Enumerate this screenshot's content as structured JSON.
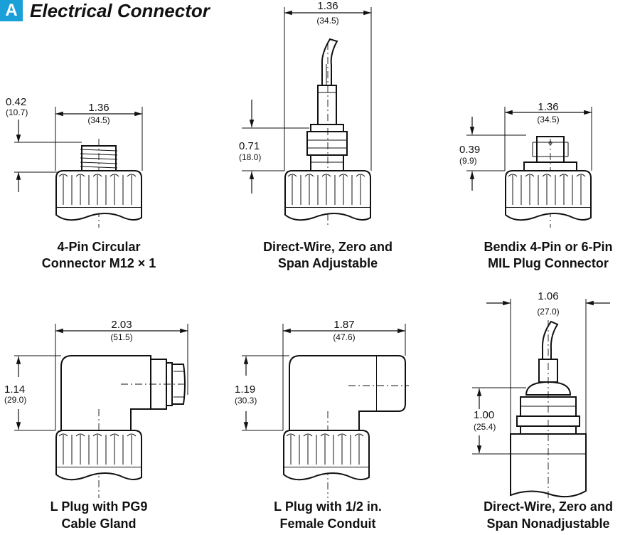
{
  "header": {
    "badge": "A",
    "title": "Electrical Connector"
  },
  "figures": [
    {
      "id": "m12",
      "caption": [
        "4-Pin Circular",
        "Connector M12 × 1"
      ],
      "dims": [
        {
          "value": "1.36",
          "metric": "(34.5)"
        },
        {
          "value": "0.42",
          "metric": "(10.7)"
        }
      ]
    },
    {
      "id": "direct-wire-adj",
      "caption": [
        "Direct-Wire, Zero and",
        "Span Adjustable"
      ],
      "dims": [
        {
          "value": "1.36",
          "metric": "(34.5)"
        },
        {
          "value": "0.71",
          "metric": "(18.0)"
        }
      ]
    },
    {
      "id": "bendix",
      "caption": [
        "Bendix 4-Pin or 6-Pin",
        "MIL Plug Connector"
      ],
      "dims": [
        {
          "value": "1.36",
          "metric": "(34.5)"
        },
        {
          "value": "0.39",
          "metric": "(9.9)"
        }
      ]
    },
    {
      "id": "pg9",
      "caption": [
        "L Plug with PG9",
        "Cable Gland"
      ],
      "dims": [
        {
          "value": "2.03",
          "metric": "(51.5)"
        },
        {
          "value": "1.14",
          "metric": "(29.0)"
        }
      ]
    },
    {
      "id": "conduit",
      "caption": [
        "L Plug with 1/2 in.",
        "Female Conduit"
      ],
      "dims": [
        {
          "value": "1.87",
          "metric": "(47.6)"
        },
        {
          "value": "1.19",
          "metric": "(30.3)"
        }
      ]
    },
    {
      "id": "direct-wire-nonadj",
      "caption": [
        "Direct-Wire, Zero and",
        "Span Nonadjustable"
      ],
      "dims": [
        {
          "value": "1.06",
          "metric": "(27.0)"
        },
        {
          "value": "1.00",
          "metric": "(25.4)"
        }
      ]
    }
  ]
}
